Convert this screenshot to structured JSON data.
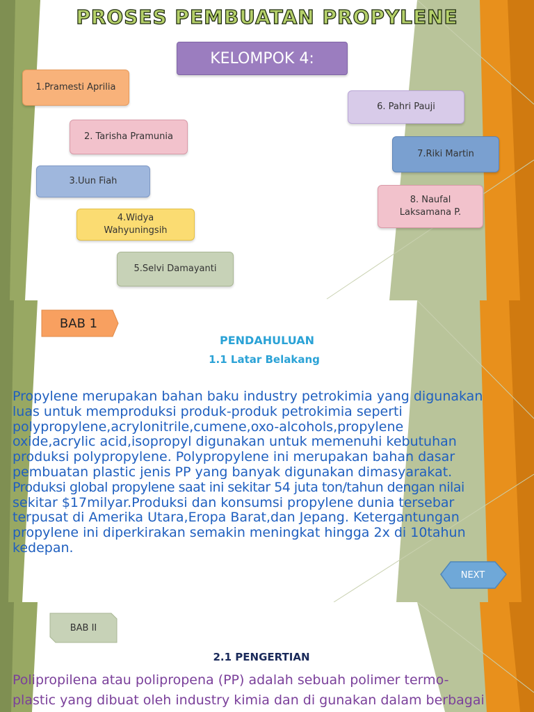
{
  "slide1": {
    "title": "PROSES PEMBUATAN PROPYLENE",
    "group_label": "KELOMPOK 4:",
    "members": [
      {
        "label": "1.Pramesti Aprilia"
      },
      {
        "label": "2. Tarisha Pramunia"
      },
      {
        "label": "3.Uun Fiah"
      },
      {
        "label": "4.Widya Wahyuningsih"
      },
      {
        "label": "5.Selvi Damayanti"
      },
      {
        "label": "6. Pahri Pauji"
      },
      {
        "label": "7.Riki Martin"
      },
      {
        "label": "8. Naufal Laksamana P."
      }
    ]
  },
  "slide2": {
    "chapter_label": "BAB 1",
    "heading": "PENDAHULUAN",
    "subheading": "1.1 Latar Belakang",
    "paragraph_lines": [
      "Propylene merupakan bahan baku industry petrokimia yang digunakan",
      "luas untuk memproduksi produk-produk petrokimia seperti",
      "polypropylene,acrylonitrile,cumene,oxo-alcohols,propylene",
      "oxide,acrylic acid,isopropyl digunakan untuk memenuhi kebutuhan",
      "produksi polypropylene. Polypropylene ini merupakan bahan dasar",
      "pembuatan plastic jenis PP yang banyak digunakan dimasyarakat.",
      "Produksi global propylene saat ini sekitar 54 juta ton/tahun dengan nilai",
      "sekitar $17milyar.Produksi dan konsumsi propylene dunia tersebar",
      "terpusat di Amerika Utara,Eropa Barat,dan Jepang. Ketergantungan",
      "propylene ini diperkirakan semakin meningkat hingga 2x di 10tahun",
      "kedepan."
    ],
    "next_label": "NEXT"
  },
  "slide3": {
    "chapter_label": "BAB II",
    "heading": "2.1 PENGERTIAN",
    "paragraph_lines": [
      "Polipropilena atau polipropena (PP) adalah sebuah polimer termo-",
      "plastic yang dibuat oleh industry kimia dan di gunakan dalam berbagai"
    ]
  },
  "colors": {
    "title_fill": "#b5d06a",
    "group_box": "#9b7dbf",
    "paragraph_blue": "#1f5fbf",
    "heading_cyan": "#2aa2d6",
    "paragraph_purple": "#7a3f9a",
    "orange_accent": "#e8901c",
    "olive_accent": "#98a863"
  }
}
